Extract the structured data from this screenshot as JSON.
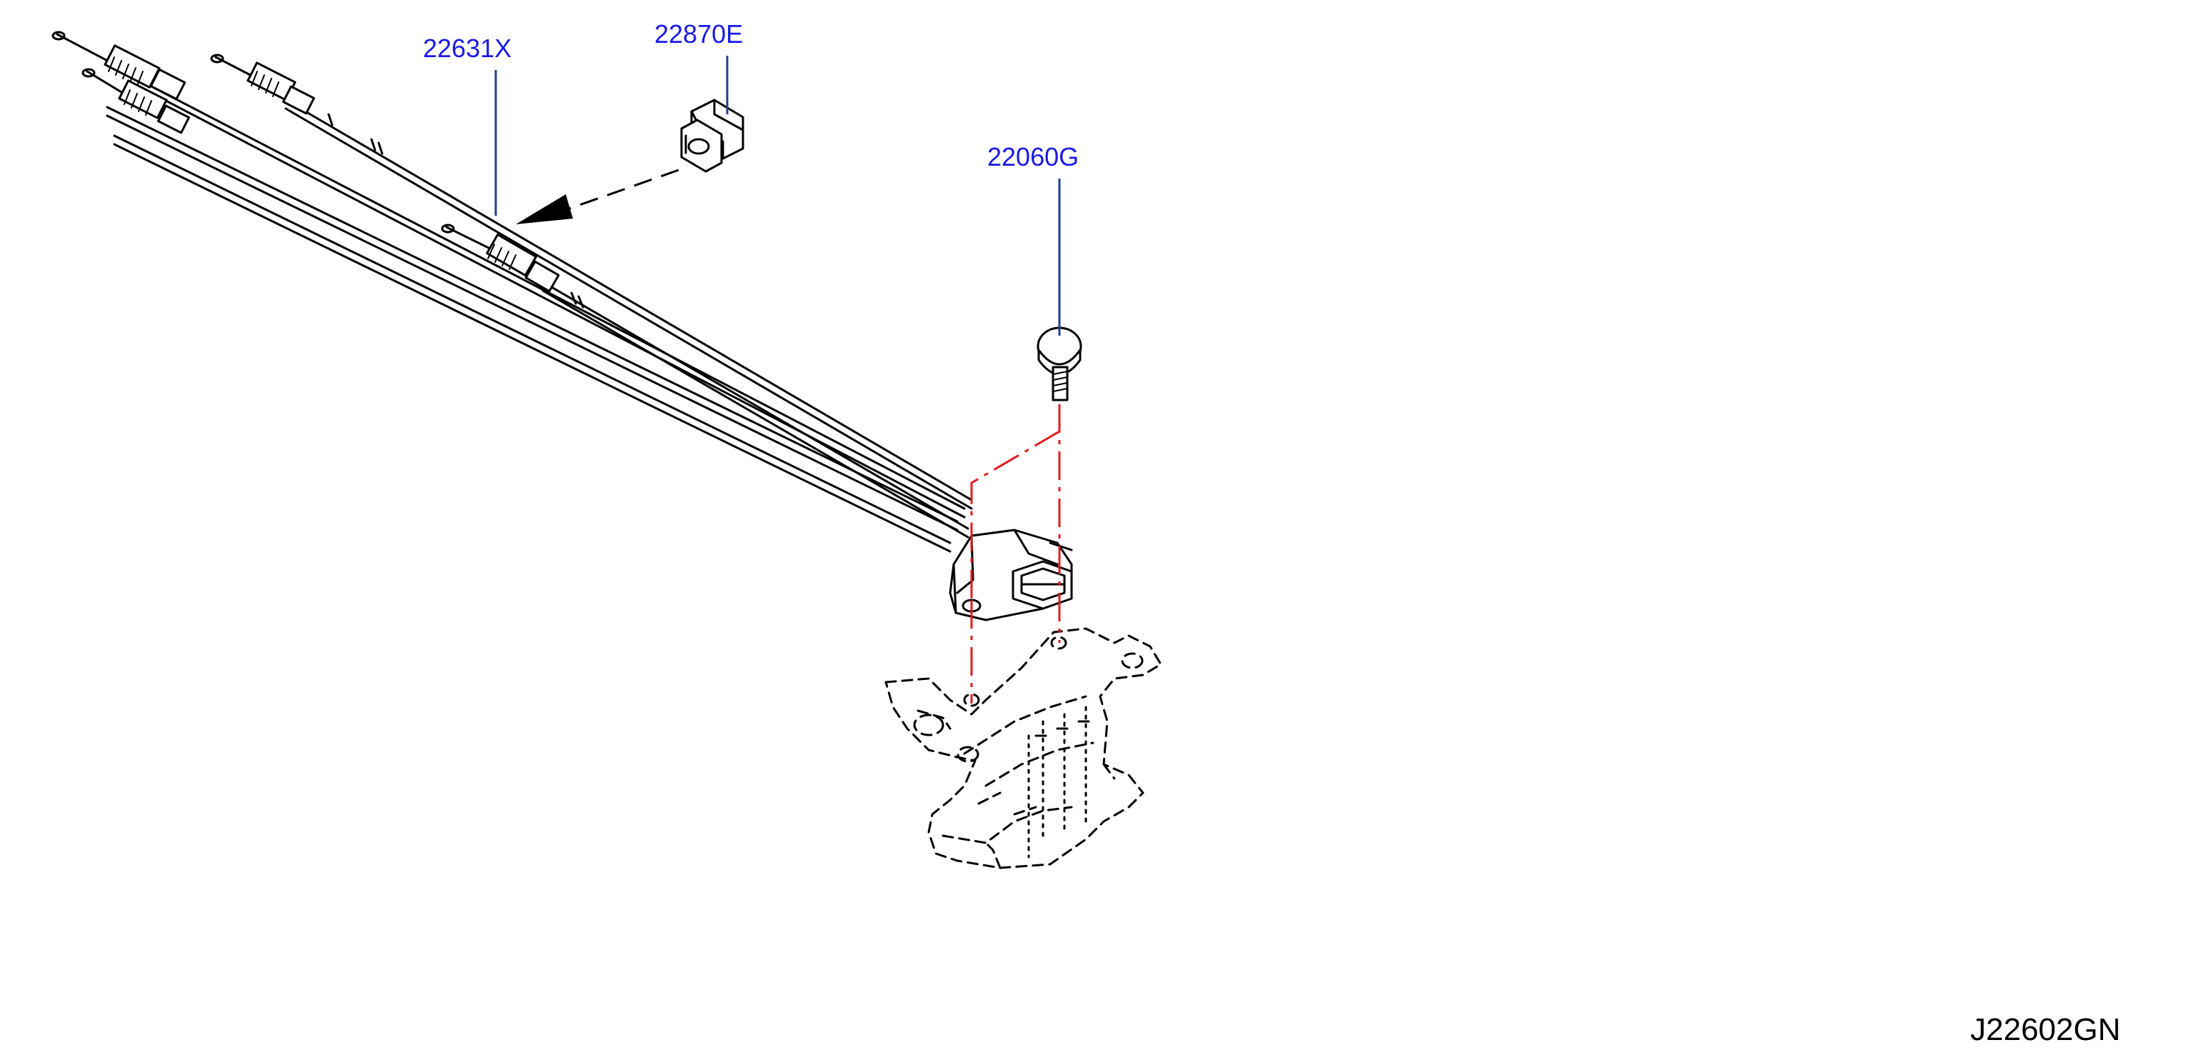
{
  "callouts": [
    {
      "id": "cable",
      "label": "22631X"
    },
    {
      "id": "clip",
      "label": "22870E"
    },
    {
      "id": "bolt",
      "label": "22060G"
    }
  ],
  "diagram_id": "J22602GN",
  "colors": {
    "callout_text": "#1a1ae6",
    "leader_line": "#1f3f8f",
    "centerline": "#e11b1b",
    "outline": "#000000",
    "background": "#ffffff"
  }
}
